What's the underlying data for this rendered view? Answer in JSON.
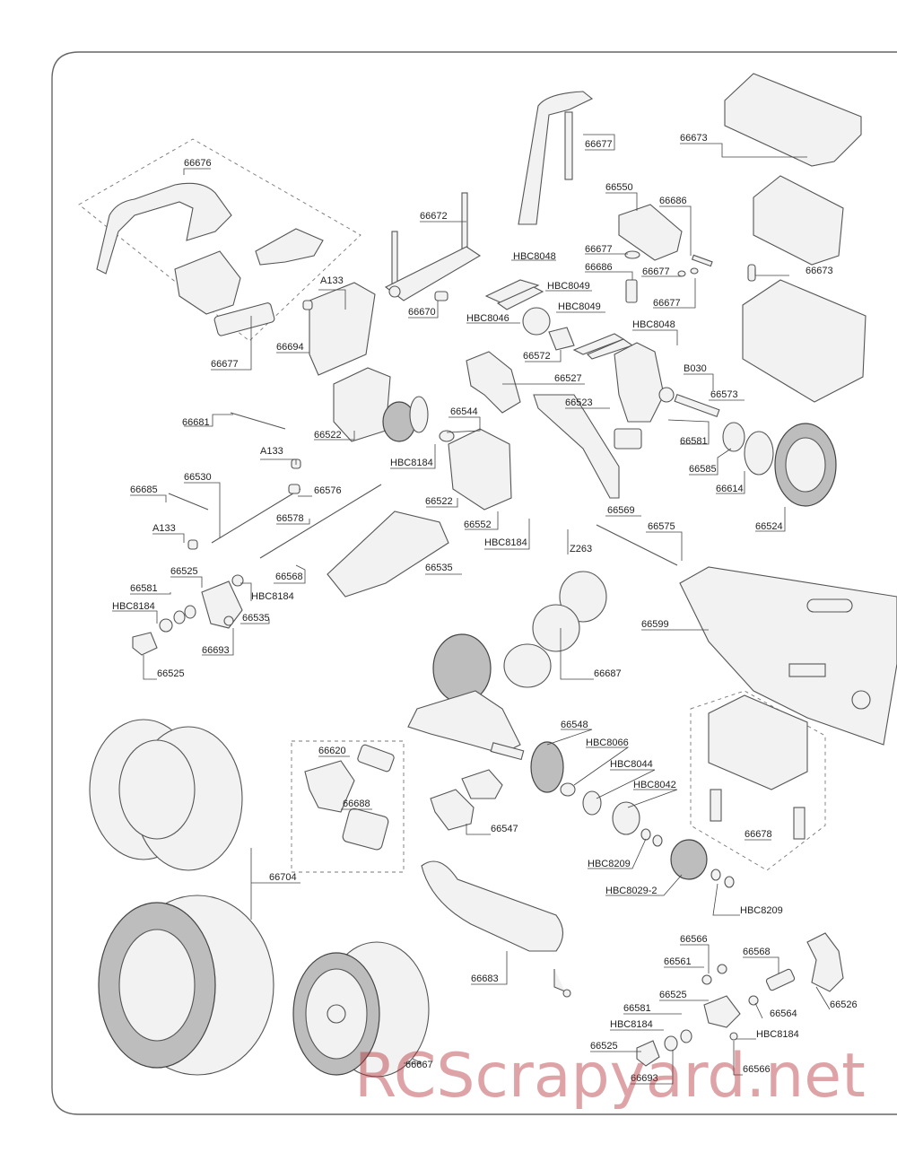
{
  "watermark": "RCScrapyard.net",
  "callouts": [
    {
      "id": "66676",
      "text": "66676"
    },
    {
      "id": "66677a",
      "text": "66677"
    },
    {
      "id": "66672",
      "text": "66672"
    },
    {
      "id": "66670",
      "text": "66670"
    },
    {
      "id": "A133a",
      "text": "A133"
    },
    {
      "id": "66694",
      "text": "66694"
    },
    {
      "id": "66677b",
      "text": "66677"
    },
    {
      "id": "66673a",
      "text": "66673"
    },
    {
      "id": "66550",
      "text": "66550"
    },
    {
      "id": "66686a",
      "text": "66686"
    },
    {
      "id": "66677c",
      "text": "66677"
    },
    {
      "id": "66686b",
      "text": "66686"
    },
    {
      "id": "66677d",
      "text": "66677"
    },
    {
      "id": "66677e",
      "text": "66677"
    },
    {
      "id": "66673b",
      "text": "66673"
    },
    {
      "id": "HBC8048a",
      "text": "HBC8048"
    },
    {
      "id": "HBC8049a",
      "text": "HBC8049"
    },
    {
      "id": "HBC8046",
      "text": "HBC8046"
    },
    {
      "id": "HBC8049b",
      "text": "HBC8049"
    },
    {
      "id": "HBC8048b",
      "text": "HBC8048"
    },
    {
      "id": "66572",
      "text": "66572"
    },
    {
      "id": "66527",
      "text": "66527"
    },
    {
      "id": "B030",
      "text": "B030"
    },
    {
      "id": "66573",
      "text": "66573"
    },
    {
      "id": "66523",
      "text": "66523"
    },
    {
      "id": "66581a",
      "text": "66581"
    },
    {
      "id": "66585",
      "text": "66585"
    },
    {
      "id": "66614",
      "text": "66614"
    },
    {
      "id": "66524",
      "text": "66524"
    },
    {
      "id": "66522a",
      "text": "66522"
    },
    {
      "id": "66544",
      "text": "66544"
    },
    {
      "id": "HBC8184a",
      "text": "HBC8184"
    },
    {
      "id": "66681",
      "text": "66681"
    },
    {
      "id": "A133b",
      "text": "A133"
    },
    {
      "id": "66530",
      "text": "66530"
    },
    {
      "id": "66685",
      "text": "66685"
    },
    {
      "id": "66576",
      "text": "66576"
    },
    {
      "id": "66578",
      "text": "66578"
    },
    {
      "id": "A133c",
      "text": "A133"
    },
    {
      "id": "66522b",
      "text": "66522"
    },
    {
      "id": "66552",
      "text": "66552"
    },
    {
      "id": "HBC8184b",
      "text": "HBC8184"
    },
    {
      "id": "66569",
      "text": "66569"
    },
    {
      "id": "Z263",
      "text": "Z263"
    },
    {
      "id": "66575",
      "text": "66575"
    },
    {
      "id": "66525a",
      "text": "66525"
    },
    {
      "id": "66568a",
      "text": "66568"
    },
    {
      "id": "66535a",
      "text": "66535"
    },
    {
      "id": "66581b",
      "text": "66581"
    },
    {
      "id": "HBC8184c",
      "text": "HBC8184"
    },
    {
      "id": "HBC8184d",
      "text": "HBC8184"
    },
    {
      "id": "66535b",
      "text": "66535"
    },
    {
      "id": "66693a",
      "text": "66693"
    },
    {
      "id": "66525b",
      "text": "66525"
    },
    {
      "id": "66599",
      "text": "66599"
    },
    {
      "id": "66687",
      "text": "66687"
    },
    {
      "id": "66548",
      "text": "66548"
    },
    {
      "id": "HBC8066",
      "text": "HBC8066"
    },
    {
      "id": "HBC8044",
      "text": "HBC8044"
    },
    {
      "id": "HBC8042",
      "text": "HBC8042"
    },
    {
      "id": "66620",
      "text": "66620"
    },
    {
      "id": "66688",
      "text": "66688"
    },
    {
      "id": "66547",
      "text": "66547"
    },
    {
      "id": "66678",
      "text": "66678"
    },
    {
      "id": "HBC8209a",
      "text": "HBC8209"
    },
    {
      "id": "HBC8029-2",
      "text": "HBC8029-2"
    },
    {
      "id": "HBC8209b",
      "text": "HBC8209"
    },
    {
      "id": "66704",
      "text": "66704"
    },
    {
      "id": "66683",
      "text": "66683"
    },
    {
      "id": "66566a",
      "text": "66566"
    },
    {
      "id": "66561",
      "text": "66561"
    },
    {
      "id": "66568b",
      "text": "66568"
    },
    {
      "id": "66525c",
      "text": "66525"
    },
    {
      "id": "66564",
      "text": "66564"
    },
    {
      "id": "66526",
      "text": "66526"
    },
    {
      "id": "66581c",
      "text": "66581"
    },
    {
      "id": "HBC8184e",
      "text": "HBC8184"
    },
    {
      "id": "HBC8184f",
      "text": "HBC8184"
    },
    {
      "id": "66525d",
      "text": "66525"
    },
    {
      "id": "66693b",
      "text": "66693"
    },
    {
      "id": "66566b",
      "text": "66566"
    },
    {
      "id": "66667",
      "text": "66667"
    }
  ]
}
